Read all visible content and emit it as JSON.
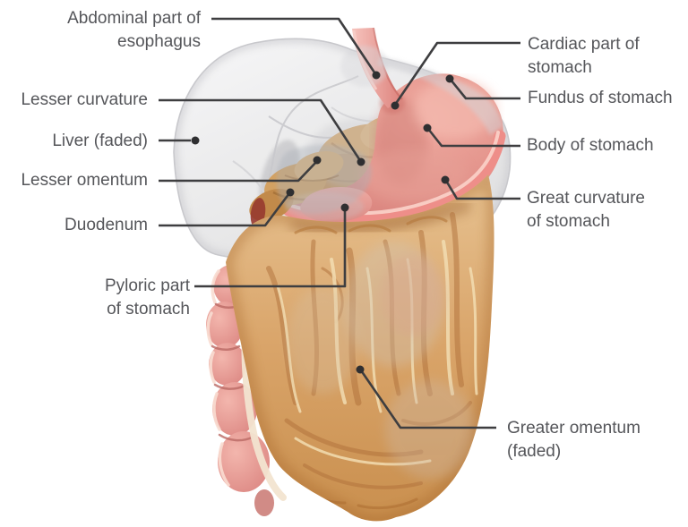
{
  "diagram": {
    "text_color": "#55565a",
    "leader_color": "#3e3e40",
    "labels": {
      "abdominal_esophagus": {
        "line1": "Abdominal part of",
        "line2": "esophagus"
      },
      "lesser_curvature": {
        "line1": "Lesser curvature"
      },
      "liver": {
        "line1": "Liver (faded)"
      },
      "lesser_omentum": {
        "line1": "Lesser omentum"
      },
      "duodenum": {
        "line1": "Duodenum"
      },
      "pyloric": {
        "line1": "Pyloric part",
        "line2": "of stomach"
      },
      "cardiac": {
        "line1": "Cardiac part of",
        "line2": "stomach"
      },
      "fundus": {
        "line1": "Fundus of stomach"
      },
      "body": {
        "line1": "Body of stomach"
      },
      "great_curvature": {
        "line1": "Great curvature",
        "line2": "of stomach"
      },
      "greater_omentum": {
        "line1": "Greater omentum",
        "line2": "(faded)"
      }
    },
    "colors": {
      "liver": "#ededef",
      "liver_edge": "#c6c6ca",
      "stomach": "#e2948d",
      "stomach_rim": "#ee8e89",
      "esophagus": "#e79a93",
      "omentum": "#d9a469",
      "omentum_streak": "#b0703a",
      "intestine": "#e4928e"
    }
  }
}
